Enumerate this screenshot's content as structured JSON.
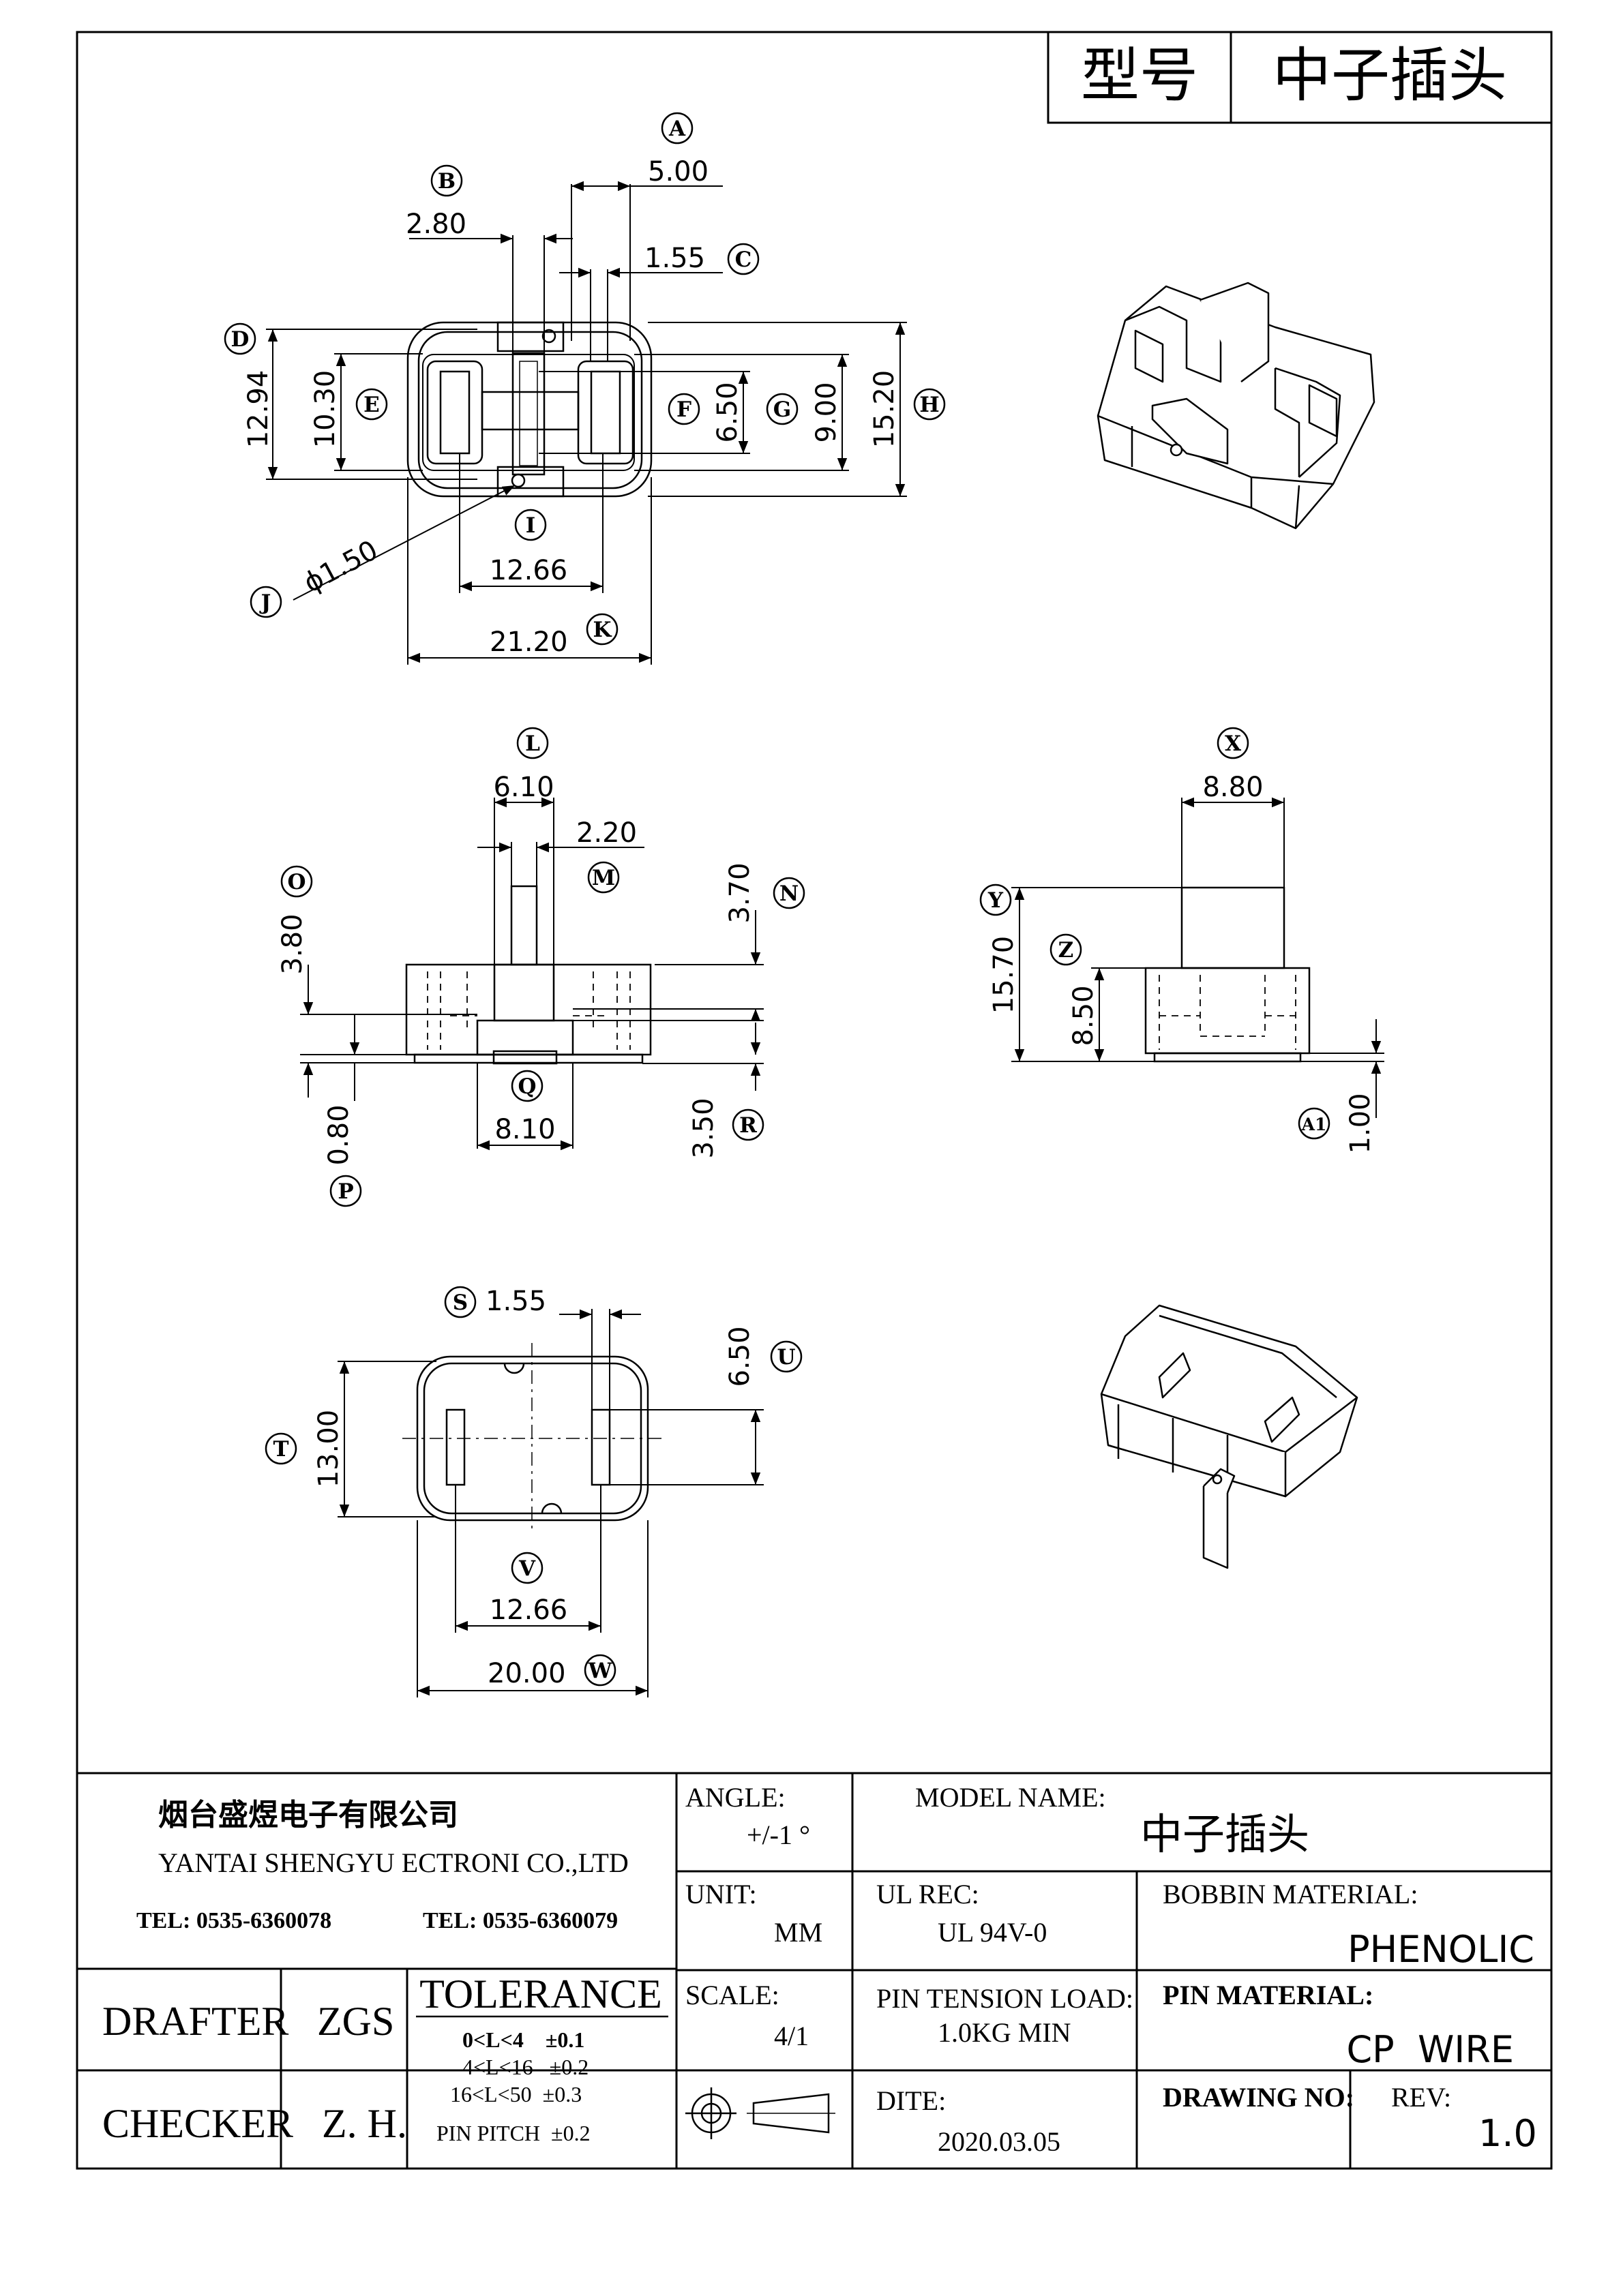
{
  "title_box": {
    "label": "型号",
    "value": "中子插头"
  },
  "top_view": {
    "dims": [
      {
        "id": "A",
        "value": "5.00"
      },
      {
        "id": "B",
        "value": "2.80"
      },
      {
        "id": "C",
        "value": "1.55"
      },
      {
        "id": "D",
        "value": "12.94"
      },
      {
        "id": "E",
        "value": "10.30"
      },
      {
        "id": "F",
        "value": "6.50"
      },
      {
        "id": "G",
        "value": "9.00"
      },
      {
        "id": "H",
        "value": "15.20"
      },
      {
        "id": "I",
        "value": "12.66"
      },
      {
        "id": "J",
        "value": "ϕ1.50"
      },
      {
        "id": "K",
        "value": "21.20"
      }
    ]
  },
  "front_view": {
    "dims": [
      {
        "id": "L",
        "value": "6.10"
      },
      {
        "id": "M",
        "value": "2.20"
      },
      {
        "id": "N",
        "value": "3.70"
      },
      {
        "id": "O",
        "value": "3.80"
      },
      {
        "id": "P",
        "value": "0.80"
      },
      {
        "id": "Q",
        "value": "8.10"
      },
      {
        "id": "R",
        "value": "3.50"
      }
    ]
  },
  "side_view": {
    "dims": [
      {
        "id": "X",
        "value": "8.80"
      },
      {
        "id": "Y",
        "value": "15.70"
      },
      {
        "id": "Z",
        "value": "8.50"
      },
      {
        "id": "A1",
        "value": "1.00"
      }
    ]
  },
  "bottom_view": {
    "dims": [
      {
        "id": "S",
        "value": "1.55"
      },
      {
        "id": "T",
        "value": "13.00"
      },
      {
        "id": "U",
        "value": "6.50"
      },
      {
        "id": "V",
        "value": "12.66"
      },
      {
        "id": "W",
        "value": "20.00"
      }
    ]
  },
  "title_block": {
    "company_cn": "烟台盛煜电子有限公司",
    "company_en": "YANTAI SHENGYU ECTRONI CO.,LTD",
    "tel1": "TEL: 0535-6360078",
    "tel2": "TEL: 0535-6360079",
    "angle_label": "ANGLE:",
    "angle_value": "+/-1 °",
    "model_name_label": "MODEL NAME:",
    "model_name_value": "中子插头",
    "unit_label": "UNIT:",
    "unit_value": "MM",
    "ul_rec_label": "UL REC:",
    "ul_rec_value": "UL 94V-0",
    "bobbin_material_label": "BOBBIN MATERIAL:",
    "bobbin_material_value": "PHENOLIC",
    "drafter_label": "DRAFTER",
    "drafter_value": "ZGS",
    "checker_label": "CHECKER",
    "checker_value": "Z. H.",
    "tolerance_label": "TOLERANCE",
    "tolerance_rows": [
      "0<L<4    ±0.1",
      "4<L<16   ±0.2",
      "16<L<50  ±0.3",
      "PIN PITCH  ±0.2"
    ],
    "scale_label": "SCALE:",
    "scale_value": "4/1",
    "pin_tension_label": "PIN TENSION LOAD:",
    "pin_tension_value": "1.0KG MIN",
    "pin_material_label": "PIN MATERIAL:",
    "pin_material_value": "CP  WIRE",
    "date_label": "DITE:",
    "date_value": "2020.03.05",
    "drawing_no_label": "DRAWING NO:",
    "rev_label": "REV:",
    "rev_value": "1.0"
  }
}
